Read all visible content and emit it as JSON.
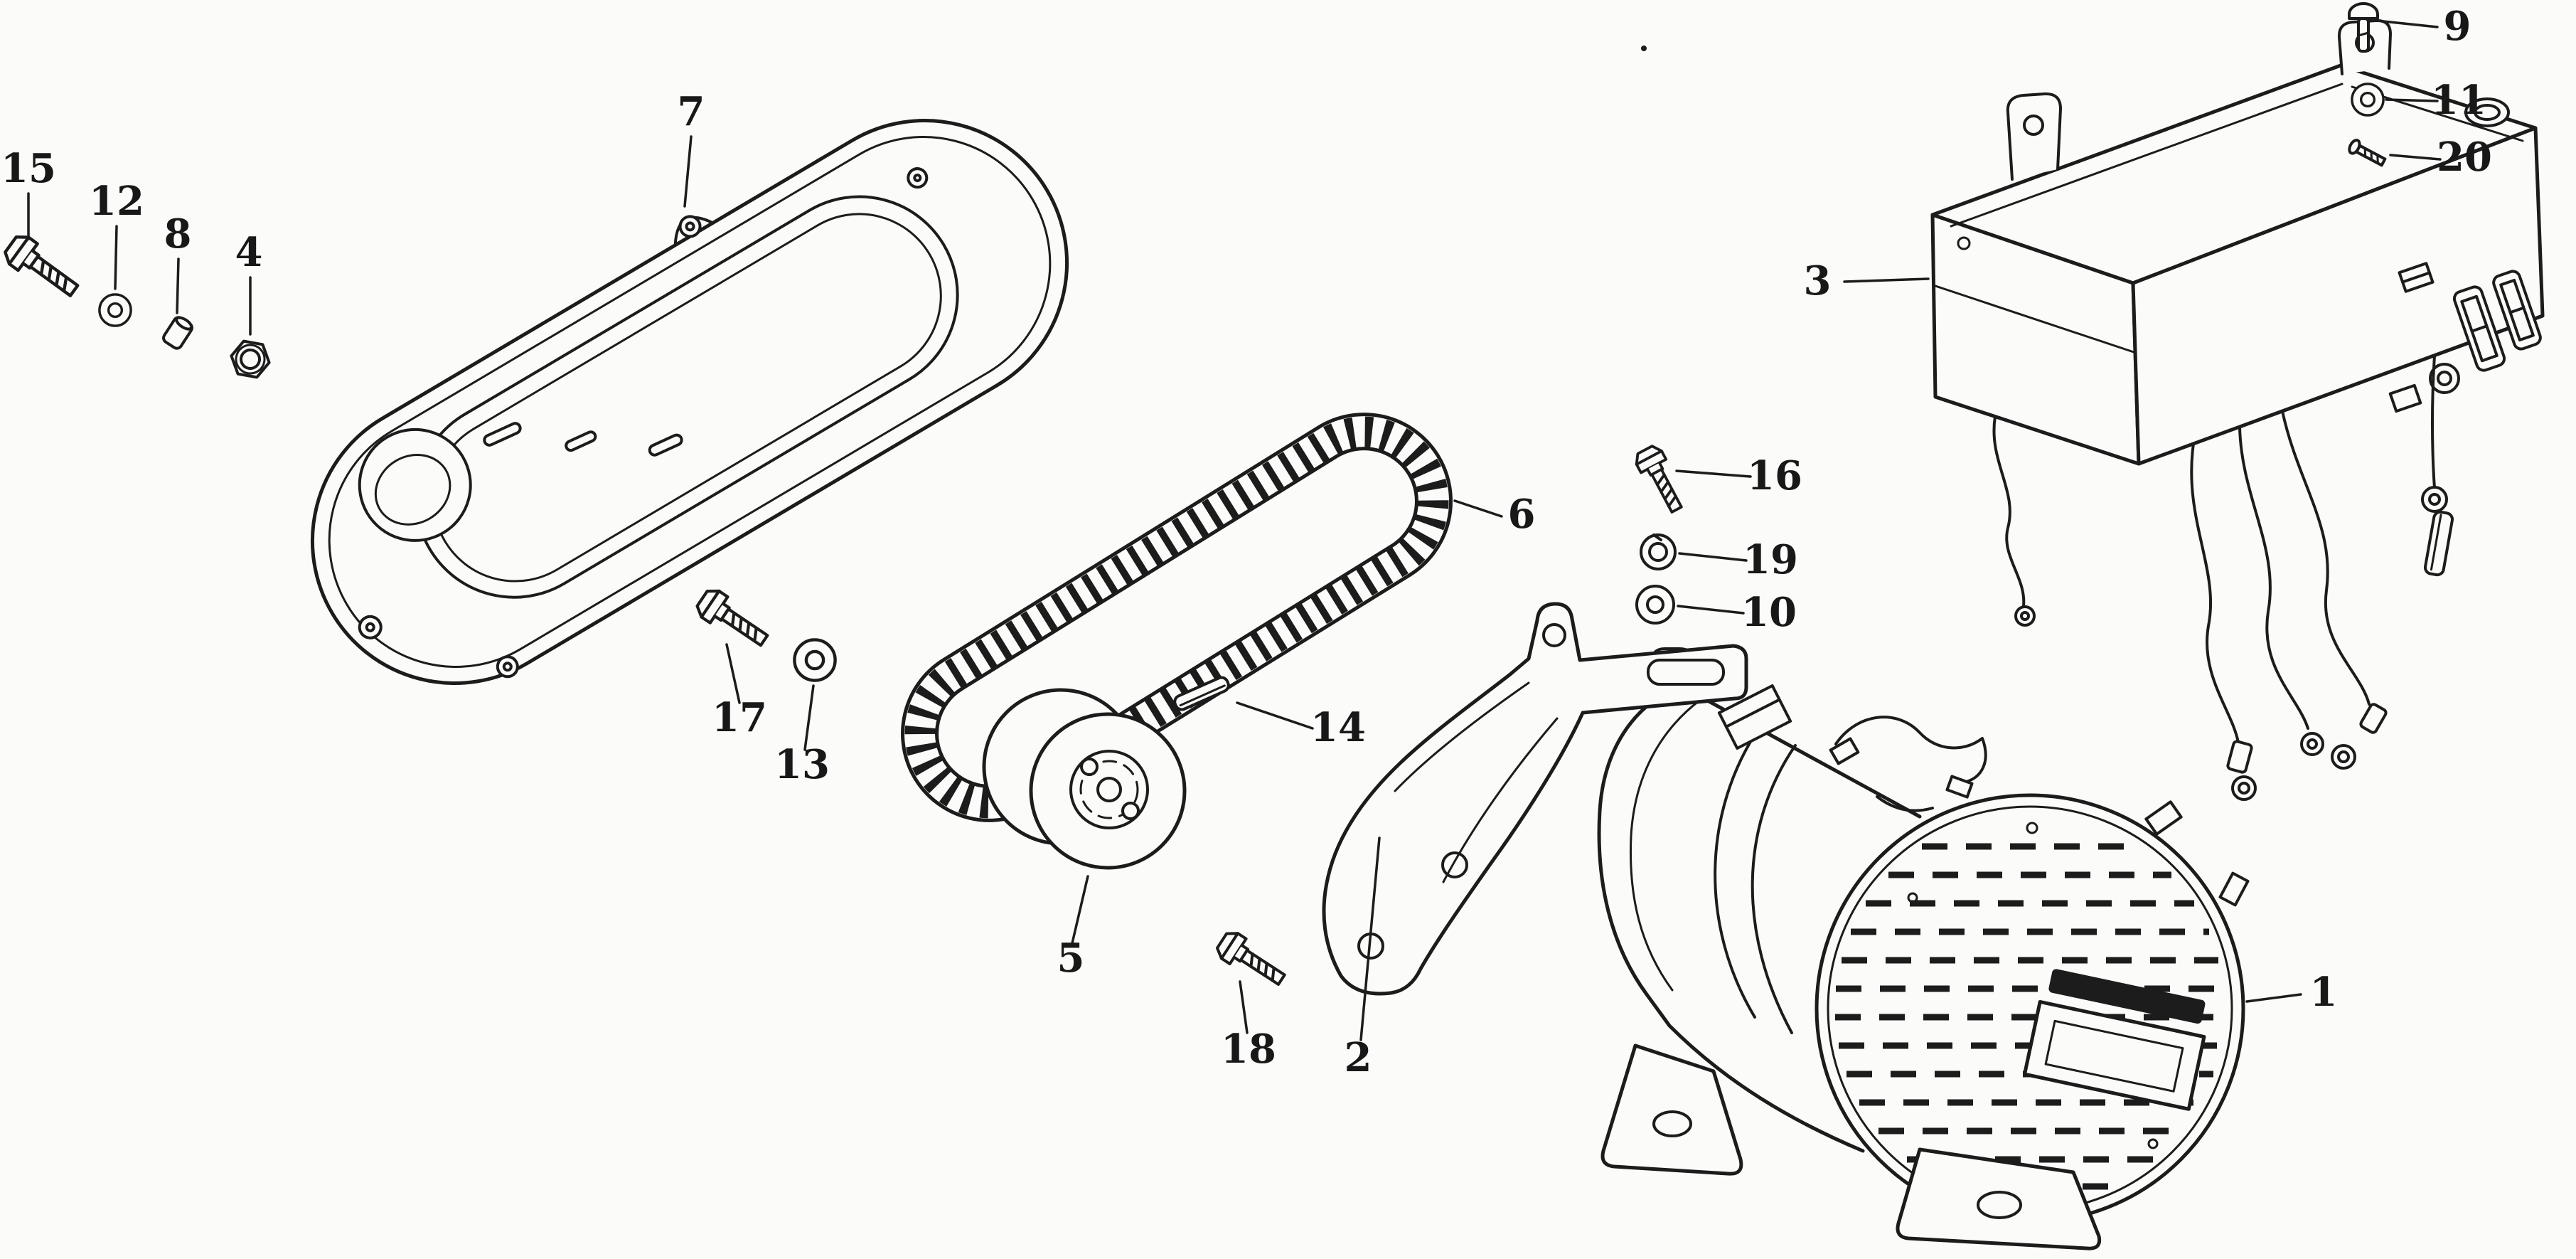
{
  "diagram": {
    "background_color": "#fbfbf9",
    "ink_color": "#1c1c1c",
    "callouts": [
      {
        "label": "1"
      },
      {
        "label": "2"
      },
      {
        "label": "3"
      },
      {
        "label": "4"
      },
      {
        "label": "5"
      },
      {
        "label": "6"
      },
      {
        "label": "7"
      },
      {
        "label": "8"
      },
      {
        "label": "9"
      },
      {
        "label": "10"
      },
      {
        "label": "11"
      },
      {
        "label": "12"
      },
      {
        "label": "13"
      },
      {
        "label": "14"
      },
      {
        "label": "15"
      },
      {
        "label": "16"
      },
      {
        "label": "17"
      },
      {
        "label": "18"
      },
      {
        "label": "19"
      },
      {
        "label": "20"
      }
    ]
  }
}
